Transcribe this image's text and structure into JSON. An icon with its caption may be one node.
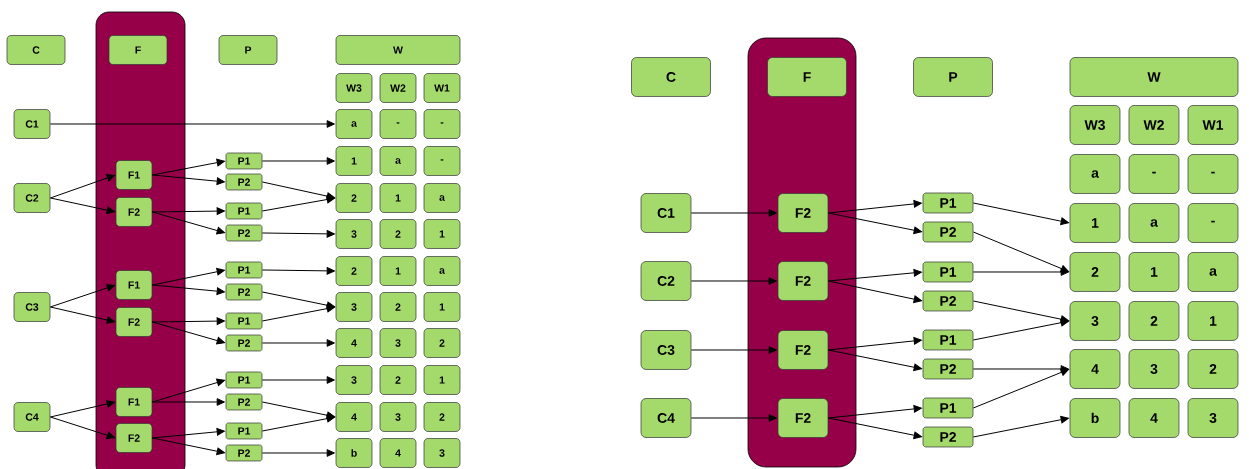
{
  "diagram": {
    "nodes": [
      {
        "text": [
          "C"
        ]
      },
      {
        "text": [],
        "shape": "box"
      },
      {
        "text": [
          "F"
        ],
        "in": 1
      },
      {
        "text": [
          "P"
        ]
      },
      {
        "text": [
          "W"
        ]
      },
      {
        "text": [
          "W3"
        ]
      },
      {
        "text": [
          "W2"
        ]
      },
      {
        "text": [
          "W1"
        ]
      },
      {
        "text": [
          "C1"
        ]
      },
      {
        "text": [
          "C2"
        ]
      },
      {
        "text": [
          "C3"
        ]
      },
      {
        "text": [
          "C4"
        ]
      },
      {
        "text": [
          "F1"
        ],
        "in": 1
      },
      {
        "text": [
          "F2"
        ],
        "in": 1
      },
      {
        "text": [
          "F1"
        ],
        "in": 1
      },
      {
        "text": [
          "F2"
        ],
        "in": 1
      },
      {
        "text": [
          "F1"
        ],
        "in": 1
      },
      {
        "text": [
          "F2"
        ],
        "in": 1
      },
      {
        "text": [
          "P1"
        ]
      },
      {
        "text": [
          "P2"
        ]
      },
      {
        "text": [
          "P1"
        ]
      },
      {
        "text": [
          "P2"
        ]
      },
      {
        "text": [
          "P1"
        ]
      },
      {
        "text": [
          "P2"
        ]
      },
      {
        "text": [
          "P1"
        ]
      },
      {
        "text": [
          "P2"
        ]
      },
      {
        "text": [
          "P1"
        ]
      },
      {
        "text": [
          "P2"
        ]
      },
      {
        "text": [
          "P1"
        ]
      },
      {
        "text": [
          "P2"
        ]
      },
      {
        "text": [
          "a"
        ]
      },
      {
        "text": [
          "-"
        ]
      },
      {
        "text": [
          "-"
        ]
      },
      {
        "text": [
          "1"
        ]
      },
      {
        "text": [
          "a"
        ]
      },
      {
        "text": [
          "-"
        ]
      },
      {
        "text": [
          "2"
        ]
      },
      {
        "text": [
          "1"
        ]
      },
      {
        "text": [
          "a"
        ]
      },
      {
        "text": [
          "3"
        ]
      },
      {
        "text": [
          "2"
        ]
      },
      {
        "text": [
          "1"
        ]
      },
      {
        "text": [
          "2"
        ]
      },
      {
        "text": [
          "1"
        ]
      },
      {
        "text": [
          "a"
        ]
      },
      {
        "text": [
          "3"
        ]
      },
      {
        "text": [
          "2"
        ]
      },
      {
        "text": [
          "1"
        ]
      },
      {
        "text": [
          "4"
        ]
      },
      {
        "text": [
          "3"
        ]
      },
      {
        "text": [
          "2"
        ]
      },
      {
        "text": [
          "3"
        ]
      },
      {
        "text": [
          "2"
        ]
      },
      {
        "text": [
          "1"
        ]
      },
      {
        "text": [
          "4"
        ]
      },
      {
        "text": [
          "3"
        ]
      },
      {
        "text": [
          "2"
        ]
      },
      {
        "text": [
          "b"
        ]
      },
      {
        "text": [
          "4"
        ]
      },
      {
        "text": [
          "3"
        ]
      },
      {
        "text": [
          "C"
        ]
      },
      {
        "text": [],
        "shape": "box"
      },
      {
        "text": [
          "F"
        ],
        "in": 61
      },
      {
        "text": [
          "P"
        ]
      },
      {
        "text": [
          "W"
        ]
      },
      {
        "text": [
          "W3"
        ]
      },
      {
        "text": [
          "W2"
        ]
      },
      {
        "text": [
          "W1"
        ]
      },
      {
        "text": [
          "C1"
        ]
      },
      {
        "text": [
          "C2"
        ]
      },
      {
        "text": [
          "C3"
        ]
      },
      {
        "text": [
          "C4"
        ]
      },
      {
        "text": [
          "F2"
        ],
        "in": 61
      },
      {
        "text": [
          "F2"
        ],
        "in": 61
      },
      {
        "text": [
          "F2"
        ],
        "in": 61
      },
      {
        "text": [
          "F2"
        ],
        "in": 61
      },
      {
        "text": [
          "P1"
        ]
      },
      {
        "text": [
          "P2"
        ]
      },
      {
        "text": [
          "P1"
        ]
      },
      {
        "text": [
          "P2"
        ]
      },
      {
        "text": [
          "P1"
        ]
      },
      {
        "text": [
          "P2"
        ]
      },
      {
        "text": [
          "P1"
        ]
      },
      {
        "text": [
          "P2"
        ]
      },
      {
        "text": [
          "a"
        ]
      },
      {
        "text": [
          "-"
        ]
      },
      {
        "text": [
          "-"
        ]
      },
      {
        "text": [
          "1"
        ]
      },
      {
        "text": [
          "a"
        ]
      },
      {
        "text": [
          "-"
        ]
      },
      {
        "text": [
          "2"
        ]
      },
      {
        "text": [
          "1"
        ]
      },
      {
        "text": [
          "a"
        ]
      },
      {
        "text": [
          "3"
        ]
      },
      {
        "text": [
          "2"
        ]
      },
      {
        "text": [
          "1"
        ]
      },
      {
        "text": [
          "4"
        ]
      },
      {
        "text": [
          "3"
        ]
      },
      {
        "text": [
          "2"
        ]
      },
      {
        "text": [
          "b"
        ]
      },
      {
        "text": [
          "4"
        ]
      },
      {
        "text": [
          "3"
        ]
      }
    ],
    "edges": [
      {
        "from": 8,
        "to": 30,
        "arrow": "to"
      },
      {
        "from": 9,
        "to": 12,
        "arrow": "to"
      },
      {
        "from": 9,
        "to": 13,
        "arrow": "to"
      },
      {
        "from": 10,
        "to": 14,
        "arrow": "to"
      },
      {
        "from": 10,
        "to": 15,
        "arrow": "to"
      },
      {
        "from": 11,
        "to": 16,
        "arrow": "to"
      },
      {
        "from": 11,
        "to": 17,
        "arrow": "to"
      },
      {
        "from": 12,
        "to": 18,
        "arrow": "to"
      },
      {
        "from": 12,
        "to": 19,
        "arrow": "to"
      },
      {
        "from": 13,
        "to": 20,
        "arrow": "to"
      },
      {
        "from": 13,
        "to": 21,
        "arrow": "to"
      },
      {
        "from": 14,
        "to": 22,
        "arrow": "to"
      },
      {
        "from": 14,
        "to": 23,
        "arrow": "to"
      },
      {
        "from": 15,
        "to": 24,
        "arrow": "to"
      },
      {
        "from": 15,
        "to": 25,
        "arrow": "to"
      },
      {
        "from": 16,
        "to": 26,
        "arrow": "to"
      },
      {
        "from": 16,
        "to": 27,
        "arrow": "to"
      },
      {
        "from": 17,
        "to": 28,
        "arrow": "to"
      },
      {
        "from": 17,
        "to": 29,
        "arrow": "to"
      },
      {
        "from": 18,
        "to": 33,
        "arrow": "to"
      },
      {
        "from": 19,
        "to": 36,
        "arrow": "to"
      },
      {
        "from": 20,
        "to": 36,
        "arrow": "to"
      },
      {
        "from": 21,
        "to": 39,
        "arrow": "to"
      },
      {
        "from": 22,
        "to": 42,
        "arrow": "to"
      },
      {
        "from": 23,
        "to": 45,
        "arrow": "to"
      },
      {
        "from": 24,
        "to": 45,
        "arrow": "to"
      },
      {
        "from": 25,
        "to": 48,
        "arrow": "to"
      },
      {
        "from": 26,
        "to": 51,
        "arrow": "to"
      },
      {
        "from": 27,
        "to": 54,
        "arrow": "to"
      },
      {
        "from": 28,
        "to": 54,
        "arrow": "to"
      },
      {
        "from": 29,
        "to": 57,
        "arrow": "to"
      },
      {
        "from": 68,
        "to": 72,
        "arrow": "to"
      },
      {
        "from": 69,
        "to": 73,
        "arrow": "to"
      },
      {
        "from": 70,
        "to": 74,
        "arrow": "to"
      },
      {
        "from": 71,
        "to": 75,
        "arrow": "to"
      },
      {
        "from": 72,
        "to": 76,
        "arrow": "to"
      },
      {
        "from": 72,
        "to": 77,
        "arrow": "to"
      },
      {
        "from": 73,
        "to": 78,
        "arrow": "to"
      },
      {
        "from": 73,
        "to": 79,
        "arrow": "to"
      },
      {
        "from": 74,
        "to": 80,
        "arrow": "to"
      },
      {
        "from": 74,
        "to": 81,
        "arrow": "to"
      },
      {
        "from": 75,
        "to": 82,
        "arrow": "to"
      },
      {
        "from": 75,
        "to": 83,
        "arrow": "to"
      },
      {
        "from": 76,
        "to": 87,
        "arrow": "to"
      },
      {
        "from": 77,
        "to": 90,
        "arrow": "to"
      },
      {
        "from": 78,
        "to": 90,
        "arrow": "to"
      },
      {
        "from": 79,
        "to": 93,
        "arrow": "to"
      },
      {
        "from": 80,
        "to": 93,
        "arrow": "to"
      },
      {
        "from": 81,
        "to": 96,
        "arrow": "to"
      },
      {
        "from": 82,
        "to": 96,
        "arrow": "to"
      },
      {
        "from": 83,
        "to": 99,
        "arrow": "to"
      }
    ]
  }
}
